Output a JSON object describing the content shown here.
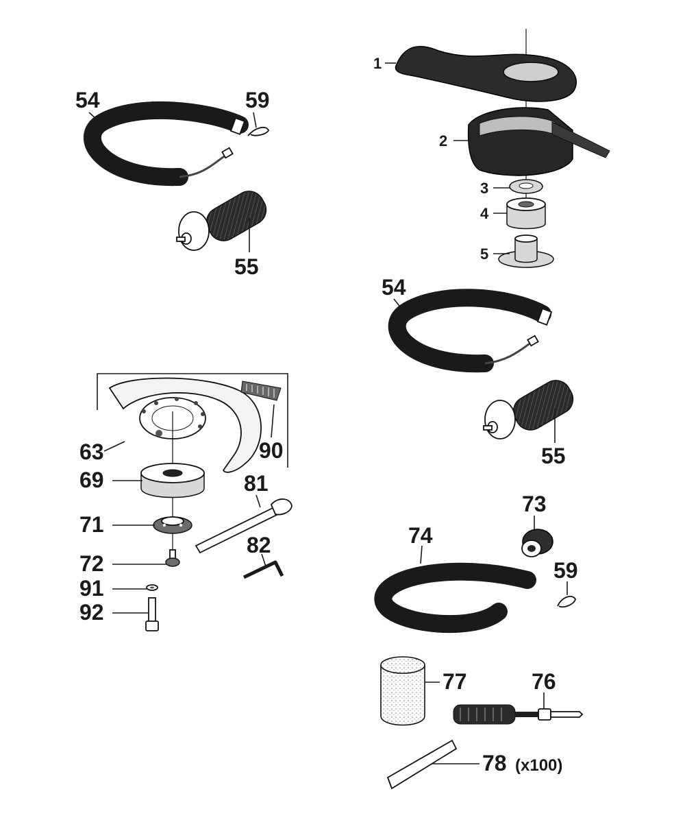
{
  "diagram": {
    "parts": [
      {
        "id": "1",
        "label": "1"
      },
      {
        "id": "2",
        "label": "2"
      },
      {
        "id": "3",
        "label": "3"
      },
      {
        "id": "4",
        "label": "4"
      },
      {
        "id": "5",
        "label": "5"
      },
      {
        "id": "54a",
        "label": "54"
      },
      {
        "id": "59a",
        "label": "59"
      },
      {
        "id": "55a",
        "label": "55"
      },
      {
        "id": "54b",
        "label": "54"
      },
      {
        "id": "55b",
        "label": "55"
      },
      {
        "id": "63",
        "label": "63"
      },
      {
        "id": "90",
        "label": "90"
      },
      {
        "id": "69",
        "label": "69"
      },
      {
        "id": "81",
        "label": "81"
      },
      {
        "id": "71",
        "label": "71"
      },
      {
        "id": "82",
        "label": "82"
      },
      {
        "id": "72",
        "label": "72"
      },
      {
        "id": "91",
        "label": "91"
      },
      {
        "id": "92",
        "label": "92"
      },
      {
        "id": "73",
        "label": "73"
      },
      {
        "id": "74",
        "label": "74"
      },
      {
        "id": "59b",
        "label": "59"
      },
      {
        "id": "77",
        "label": "77"
      },
      {
        "id": "76",
        "label": "76"
      },
      {
        "id": "78",
        "label": "78",
        "quantity": "(x100)"
      }
    ]
  }
}
